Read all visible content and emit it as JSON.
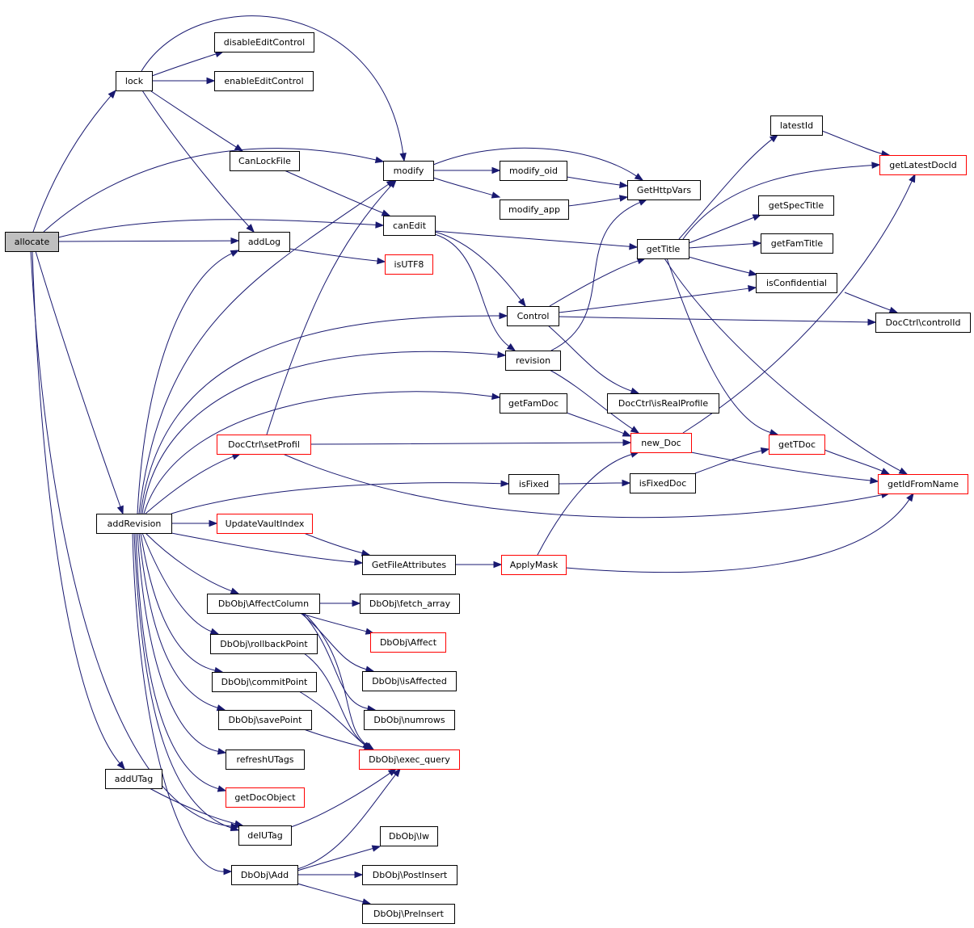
{
  "diagram": {
    "type": "call-graph",
    "nodes": [
      {
        "id": "allocate",
        "label": "allocate",
        "style": "root"
      },
      {
        "id": "lock",
        "label": "lock",
        "style": "normal"
      },
      {
        "id": "disableEditControl",
        "label": "disableEditControl",
        "style": "normal"
      },
      {
        "id": "enableEditControl",
        "label": "enableEditControl",
        "style": "normal"
      },
      {
        "id": "CanLockFile",
        "label": "CanLockFile",
        "style": "normal"
      },
      {
        "id": "modify",
        "label": "modify",
        "style": "normal"
      },
      {
        "id": "modify_oid",
        "label": "modify_oid",
        "style": "normal"
      },
      {
        "id": "modify_app",
        "label": "modify_app",
        "style": "normal"
      },
      {
        "id": "GetHttpVars",
        "label": "GetHttpVars",
        "style": "normal"
      },
      {
        "id": "canEdit",
        "label": "canEdit",
        "style": "normal"
      },
      {
        "id": "addLog",
        "label": "addLog",
        "style": "normal"
      },
      {
        "id": "isUTF8",
        "label": "isUTF8",
        "style": "red"
      },
      {
        "id": "latestId",
        "label": "latestId",
        "style": "normal"
      },
      {
        "id": "getLatestDocId",
        "label": "getLatestDocId",
        "style": "red"
      },
      {
        "id": "getSpecTitle",
        "label": "getSpecTitle",
        "style": "normal"
      },
      {
        "id": "getTitle",
        "label": "getTitle",
        "style": "normal"
      },
      {
        "id": "getFamTitle",
        "label": "getFamTitle",
        "style": "normal"
      },
      {
        "id": "isConfidential",
        "label": "isConfidential",
        "style": "normal"
      },
      {
        "id": "Control",
        "label": "Control",
        "style": "normal"
      },
      {
        "id": "controlId",
        "label": "DocCtrl\\controlId",
        "style": "normal"
      },
      {
        "id": "revision",
        "label": "revision",
        "style": "normal"
      },
      {
        "id": "isRealProfile",
        "label": "DocCtrl\\isRealProfile",
        "style": "normal"
      },
      {
        "id": "getFamDoc",
        "label": "getFamDoc",
        "style": "normal"
      },
      {
        "id": "setProfil",
        "label": "DocCtrl\\setProfil",
        "style": "red"
      },
      {
        "id": "new_Doc",
        "label": "new_Doc",
        "style": "red"
      },
      {
        "id": "getTDoc",
        "label": "getTDoc",
        "style": "red"
      },
      {
        "id": "isFixed",
        "label": "isFixed",
        "style": "normal"
      },
      {
        "id": "isFixedDoc",
        "label": "isFixedDoc",
        "style": "normal"
      },
      {
        "id": "getIdFromName",
        "label": "getIdFromName",
        "style": "red"
      },
      {
        "id": "addRevision",
        "label": "addRevision",
        "style": "normal"
      },
      {
        "id": "UpdateVaultIndex",
        "label": "UpdateVaultIndex",
        "style": "red"
      },
      {
        "id": "GetFileAttributes",
        "label": "GetFileAttributes",
        "style": "normal"
      },
      {
        "id": "ApplyMask",
        "label": "ApplyMask",
        "style": "red"
      },
      {
        "id": "AffectColumn",
        "label": "DbObj\\AffectColumn",
        "style": "normal"
      },
      {
        "id": "fetch_array",
        "label": "DbObj\\fetch_array",
        "style": "normal"
      },
      {
        "id": "Affect",
        "label": "DbObj\\Affect",
        "style": "red"
      },
      {
        "id": "rollbackPoint",
        "label": "DbObj\\rollbackPoint",
        "style": "normal"
      },
      {
        "id": "isAffected",
        "label": "DbObj\\isAffected",
        "style": "normal"
      },
      {
        "id": "commitPoint",
        "label": "DbObj\\commitPoint",
        "style": "normal"
      },
      {
        "id": "numrows",
        "label": "DbObj\\numrows",
        "style": "normal"
      },
      {
        "id": "savePoint",
        "label": "DbObj\\savePoint",
        "style": "normal"
      },
      {
        "id": "exec_query",
        "label": "DbObj\\exec_query",
        "style": "red"
      },
      {
        "id": "refreshUTags",
        "label": "refreshUTags",
        "style": "normal"
      },
      {
        "id": "addUTag",
        "label": "addUTag",
        "style": "normal"
      },
      {
        "id": "getDocObject",
        "label": "getDocObject",
        "style": "red"
      },
      {
        "id": "delUTag",
        "label": "delUTag",
        "style": "normal"
      },
      {
        "id": "lw",
        "label": "DbObj\\lw",
        "style": "normal"
      },
      {
        "id": "Add",
        "label": "DbObj\\Add",
        "style": "normal"
      },
      {
        "id": "PostInsert",
        "label": "DbObj\\PostInsert",
        "style": "normal"
      },
      {
        "id": "PreInsert",
        "label": "DbObj\\PreInsert",
        "style": "normal"
      }
    ],
    "edges": [
      {
        "from": "allocate",
        "to": "lock"
      },
      {
        "from": "allocate",
        "to": "modify"
      },
      {
        "from": "allocate",
        "to": "canEdit"
      },
      {
        "from": "allocate",
        "to": "addLog"
      },
      {
        "from": "allocate",
        "to": "addRevision"
      },
      {
        "from": "allocate",
        "to": "addUTag"
      },
      {
        "from": "allocate",
        "to": "delUTag"
      },
      {
        "from": "lock",
        "to": "disableEditControl"
      },
      {
        "from": "lock",
        "to": "enableEditControl"
      },
      {
        "from": "lock",
        "to": "modify"
      },
      {
        "from": "lock",
        "to": "CanLockFile"
      },
      {
        "from": "lock",
        "to": "addLog"
      },
      {
        "from": "CanLockFile",
        "to": "canEdit"
      },
      {
        "from": "modify",
        "to": "modify_oid"
      },
      {
        "from": "modify",
        "to": "modify_app"
      },
      {
        "from": "modify",
        "to": "GetHttpVars"
      },
      {
        "from": "modify_oid",
        "to": "GetHttpVars"
      },
      {
        "from": "modify_app",
        "to": "GetHttpVars"
      },
      {
        "from": "canEdit",
        "to": "getTitle"
      },
      {
        "from": "canEdit",
        "to": "Control"
      },
      {
        "from": "canEdit",
        "to": "revision"
      },
      {
        "from": "addLog",
        "to": "isUTF8"
      },
      {
        "from": "getTitle",
        "to": "latestId"
      },
      {
        "from": "getTitle",
        "to": "getLatestDocId"
      },
      {
        "from": "getTitle",
        "to": "getSpecTitle"
      },
      {
        "from": "getTitle",
        "to": "getFamTitle"
      },
      {
        "from": "getTitle",
        "to": "isConfidential"
      },
      {
        "from": "getTitle",
        "to": "getTDoc"
      },
      {
        "from": "getTitle",
        "to": "getIdFromName"
      },
      {
        "from": "latestId",
        "to": "getLatestDocId"
      },
      {
        "from": "isConfidential",
        "to": "controlId"
      },
      {
        "from": "Control",
        "to": "getTitle"
      },
      {
        "from": "Control",
        "to": "isConfidential"
      },
      {
        "from": "Control",
        "to": "controlId"
      },
      {
        "from": "Control",
        "to": "isRealProfile"
      },
      {
        "from": "revision",
        "to": "GetHttpVars"
      },
      {
        "from": "revision",
        "to": "new_Doc"
      },
      {
        "from": "getFamDoc",
        "to": "new_Doc"
      },
      {
        "from": "setProfil",
        "to": "modify"
      },
      {
        "from": "setProfil",
        "to": "new_Doc"
      },
      {
        "from": "setProfil",
        "to": "getIdFromName"
      },
      {
        "from": "new_Doc",
        "to": "getLatestDocId"
      },
      {
        "from": "new_Doc",
        "to": "getIdFromName"
      },
      {
        "from": "getTDoc",
        "to": "getIdFromName"
      },
      {
        "from": "isFixed",
        "to": "isFixedDoc"
      },
      {
        "from": "isFixedDoc",
        "to": "getTDoc"
      },
      {
        "from": "addRevision",
        "to": "addLog"
      },
      {
        "from": "addRevision",
        "to": "modify"
      },
      {
        "from": "addRevision",
        "to": "Control"
      },
      {
        "from": "addRevision",
        "to": "revision"
      },
      {
        "from": "addRevision",
        "to": "getFamDoc"
      },
      {
        "from": "addRevision",
        "to": "setProfil"
      },
      {
        "from": "addRevision",
        "to": "isFixed"
      },
      {
        "from": "addRevision",
        "to": "UpdateVaultIndex"
      },
      {
        "from": "addRevision",
        "to": "GetFileAttributes"
      },
      {
        "from": "addRevision",
        "to": "AffectColumn"
      },
      {
        "from": "addRevision",
        "to": "rollbackPoint"
      },
      {
        "from": "addRevision",
        "to": "commitPoint"
      },
      {
        "from": "addRevision",
        "to": "savePoint"
      },
      {
        "from": "addRevision",
        "to": "refreshUTags"
      },
      {
        "from": "addRevision",
        "to": "getDocObject"
      },
      {
        "from": "addRevision",
        "to": "delUTag"
      },
      {
        "from": "addRevision",
        "to": "Add"
      },
      {
        "from": "UpdateVaultIndex",
        "to": "GetFileAttributes"
      },
      {
        "from": "GetFileAttributes",
        "to": "ApplyMask"
      },
      {
        "from": "ApplyMask",
        "to": "new_Doc"
      },
      {
        "from": "ApplyMask",
        "to": "getIdFromName"
      },
      {
        "from": "AffectColumn",
        "to": "fetch_array"
      },
      {
        "from": "AffectColumn",
        "to": "Affect"
      },
      {
        "from": "AffectColumn",
        "to": "isAffected"
      },
      {
        "from": "AffectColumn",
        "to": "numrows"
      },
      {
        "from": "AffectColumn",
        "to": "exec_query"
      },
      {
        "from": "rollbackPoint",
        "to": "exec_query"
      },
      {
        "from": "commitPoint",
        "to": "exec_query"
      },
      {
        "from": "savePoint",
        "to": "exec_query"
      },
      {
        "from": "addUTag",
        "to": "delUTag"
      },
      {
        "from": "delUTag",
        "to": "exec_query"
      },
      {
        "from": "Add",
        "to": "lw"
      },
      {
        "from": "Add",
        "to": "PostInsert"
      },
      {
        "from": "Add",
        "to": "PreInsert"
      },
      {
        "from": "Add",
        "to": "exec_query"
      }
    ]
  }
}
